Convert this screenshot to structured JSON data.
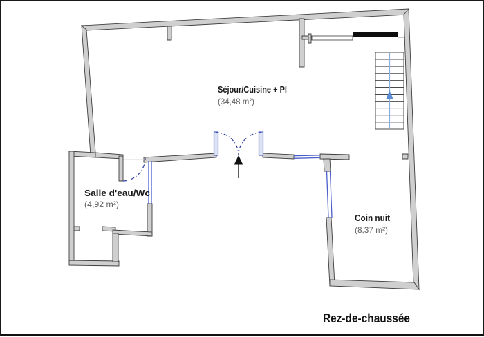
{
  "floor": {
    "title": "Rez-de-chaussée"
  },
  "rooms": [
    {
      "id": "living-kitchen",
      "name": "Séjour/Cuisine + Pl",
      "area": "(34,48 m²)"
    },
    {
      "id": "bathroom-wc",
      "name": "Salle d'eau/Wc",
      "area": "(4,92 m²)"
    },
    {
      "id": "sleeping-nook",
      "name": "Coin nuit",
      "area": "(8,37 m²)"
    }
  ],
  "icons": {
    "stairs_direction": "stairs-up-arrow",
    "entrance_direction": "entrance-up-arrow"
  },
  "colors": {
    "wall_fill": "#cfcfcf",
    "wall_outline": "#3f3f3f",
    "window_blue": "#4a5fc8",
    "door_arc_blue": "#2c3e9e",
    "stairs_arrow_blue": "#5b8ed6",
    "text_dark": "#1a1a1a",
    "text_gray": "#5f5f5f",
    "border_black": "#111111"
  }
}
